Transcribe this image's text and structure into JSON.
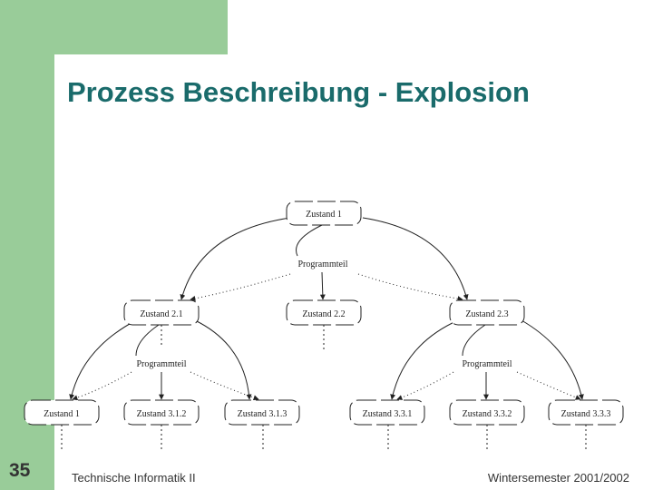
{
  "slide": {
    "title": "Prozess Beschreibung - Explosion",
    "number": "35",
    "footer_left": "Technische Informatik II",
    "footer_right": "Wintersemester 2001/2002"
  },
  "diagram": {
    "root": "Zustand 1",
    "program_top": "Programmteil",
    "level2": [
      "Zustand 2.1",
      "Zustand 2.2",
      "Zustand 2.3"
    ],
    "program_left": "Programmteil",
    "program_right": "Programmteil",
    "level3": [
      "Zustand 1",
      "Zustand 3.1.2",
      "Zustand 3.1.3",
      "Zustand 3.3.1",
      "Zustand 3.3.2",
      "Zustand 3.3.3"
    ]
  },
  "colors": {
    "accent": "#99cc99",
    "title": "#1a6b6b"
  }
}
